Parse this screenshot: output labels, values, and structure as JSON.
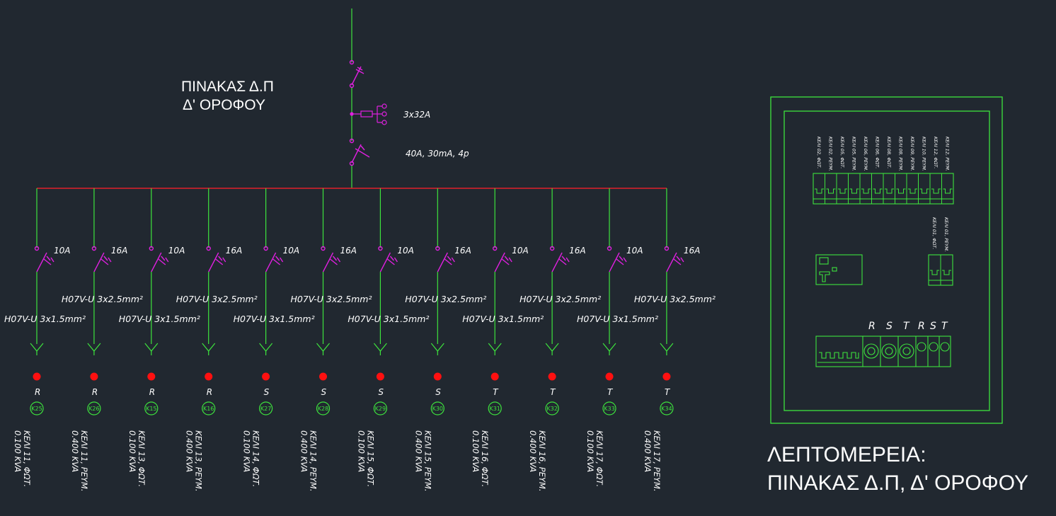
{
  "title": {
    "line1": "ΠΙΝΑΚΑΣ Δ.Π",
    "line2": "Δ' ΟΡΟΦΟΥ"
  },
  "detail_title": {
    "line1": "ΛΕΠΤΟΜΕΡΕΙΑ:",
    "line2": "ΠΙΝΑΚΑΣ Δ.Π, Δ' ΟΡΟΦΟΥ"
  },
  "main": {
    "switch_label": "3x32A",
    "rcd_label": "40A, 30mA, 4p"
  },
  "colors": {
    "background": "#212830",
    "line": "#3de33d",
    "busbar": "#e0202a",
    "device": "#e020e0",
    "terminal": "#ff1010",
    "text": "#ffffff"
  },
  "circuits": [
    {
      "breaker": "10A",
      "cable": "H07V-U 3x1.5mm²",
      "phase": "R",
      "terminal": "K25",
      "name": "ΚΕΛΙ 11, ΦΩΤ.",
      "power": "0.100 KVA"
    },
    {
      "breaker": "16A",
      "cable": "H07V-U 3x2.5mm²",
      "phase": "R",
      "terminal": "K26",
      "name": "ΚΕΛΙ 11, ΡΕΥΜ.",
      "power": "0.400 KVA"
    },
    {
      "breaker": "10A",
      "cable": "H07V-U 3x1.5mm²",
      "phase": "R",
      "terminal": "K15",
      "name": "ΚΕΛΙ 13, ΦΩΤ.",
      "power": "0.100 KVA"
    },
    {
      "breaker": "16A",
      "cable": "H07V-U 3x2.5mm²",
      "phase": "R",
      "terminal": "K16",
      "name": "ΚΕΛΙ 13, ΡΕΥΜ.",
      "power": "0.400 KVA"
    },
    {
      "breaker": "10A",
      "cable": "H07V-U 3x1.5mm²",
      "phase": "S",
      "terminal": "K27",
      "name": "ΚΕΛΙ 14, ΦΩΤ.",
      "power": "0.100 KVA"
    },
    {
      "breaker": "16A",
      "cable": "H07V-U 3x2.5mm²",
      "phase": "S",
      "terminal": "K28",
      "name": "ΚΕΛΙ 14, ΡΕΥΜ.",
      "power": "0.400 KVA"
    },
    {
      "breaker": "10A",
      "cable": "H07V-U 3x1.5mm²",
      "phase": "S",
      "terminal": "K29",
      "name": "ΚΕΛΙ 15, ΦΩΤ.",
      "power": "0.100 KVA"
    },
    {
      "breaker": "16A",
      "cable": "H07V-U 3x2.5mm²",
      "phase": "S",
      "terminal": "K30",
      "name": "ΚΕΛΙ 15, ΡΕΥΜ.",
      "power": "0.400 KVA"
    },
    {
      "breaker": "10A",
      "cable": "H07V-U 3x1.5mm²",
      "phase": "T",
      "terminal": "K31",
      "name": "ΚΕΛΙ 16, ΦΩΤ.",
      "power": "0.100 KVA"
    },
    {
      "breaker": "16A",
      "cable": "H07V-U 3x2.5mm²",
      "phase": "T",
      "terminal": "K32",
      "name": "ΚΕΛΙ 16, ΡΕΥΜ.",
      "power": "0.400 KVA"
    },
    {
      "breaker": "10A",
      "cable": "H07V-U 3x1.5mm²",
      "phase": "T",
      "terminal": "K33",
      "name": "ΚΕΛΙ 17, ΦΩΤ.",
      "power": "0.100 KVA"
    },
    {
      "breaker": "16A",
      "cable": "H07V-U 3x2.5mm²",
      "phase": "T",
      "terminal": "K34",
      "name": "ΚΕΛΙ 17, ΡΕΥΜ.",
      "power": "0.400 KVA"
    }
  ],
  "panel": {
    "top_labels": [
      "ΚΕΛΙ 02, ΦΩΤ.",
      "ΚΕΛΙ 02, ΡΕΥΜ.",
      "ΚΕΛΙ 05, ΦΩΤ.",
      "ΚΕΛΙ 05, ΡΕΥΜ.",
      "ΚΕΛΙ 06, ΡΕΥΜ.",
      "ΚΕΛΙ 06, ΦΩΤ.",
      "ΚΕΛΙ 08, ΦΩΤ.",
      "ΚΕΛΙ 08, ΡΕΥΜ.",
      "ΚΕΛΙ 09, ΡΕΥΜ.",
      "ΚΕΛΙ 10, ΡΕΥΜ.",
      "ΚΕΛΙ 12, ΦΩΤ.",
      "ΚΕΛΙ 12, ΡΕΥΜ."
    ],
    "side_labels": [
      "ΚΕΛΙ 01, ΦΩΤ.",
      "ΚΕΛΙ 01, ΡΕΥΜ."
    ],
    "phase_labels": [
      "R",
      "S",
      "T",
      "R",
      "S",
      "T"
    ]
  }
}
